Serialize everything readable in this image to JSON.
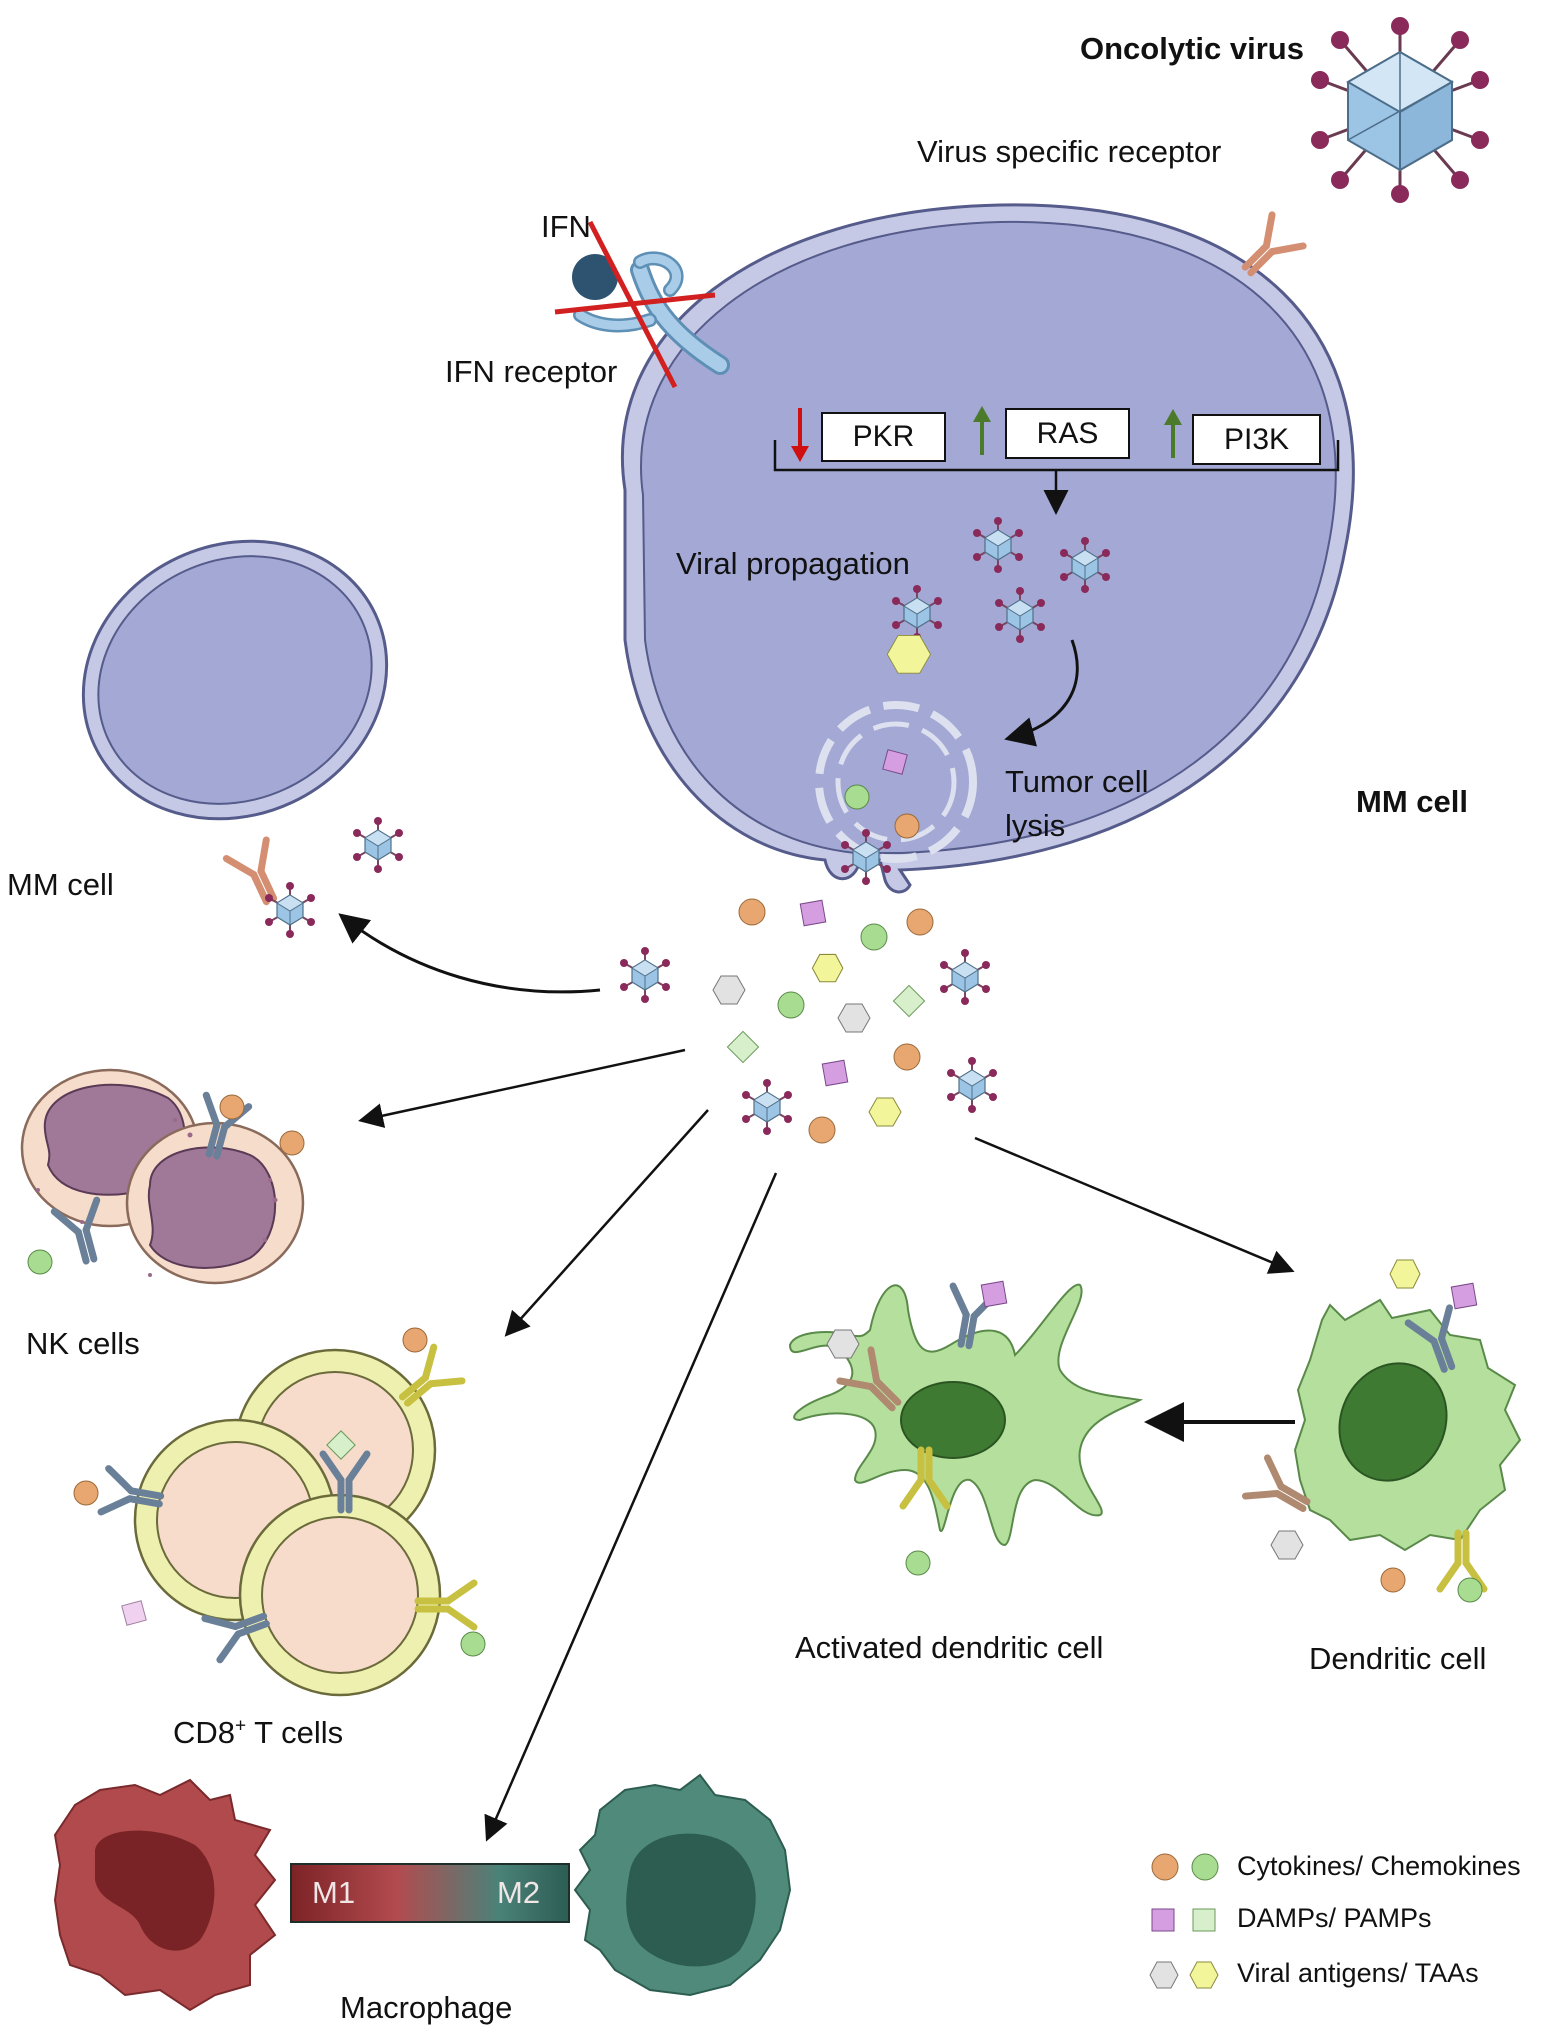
{
  "labels": {
    "oncolytic_virus": "Oncolytic virus",
    "virus_specific_receptor": "Virus specific receptor",
    "ifn": "IFN",
    "ifn_receptor": "IFN receptor",
    "pkr": "PKR",
    "ras": "RAS",
    "pi3k": "PI3K",
    "viral_propagation": "Viral propagation",
    "tumor_cell_lysis_line1": "Tumor cell",
    "tumor_cell_lysis_line2": "lysis",
    "mm_cell_main": "MM cell",
    "mm_cell_small": "MM cell",
    "nk_cells": "NK cells",
    "cd8_prefix": "CD8",
    "cd8_sup": "+",
    "cd8_suffix": " T cells",
    "activated_dendritic_cell": "Activated dendritic cell",
    "dendritic_cell": "Dendritic cell",
    "macrophage": "Macrophage",
    "m1": "M1",
    "m2": "M2"
  },
  "legend": [
    {
      "label": "Cytokines/ Chemokines",
      "symbols": [
        "orange-circle",
        "green-circle"
      ]
    },
    {
      "label": "DAMPs/ PAMPs",
      "symbols": [
        "purple-square",
        "light-green-square"
      ]
    },
    {
      "label": "Viral antigens/ TAAs",
      "symbols": [
        "grey-hexagon",
        "yellow-hexagon"
      ]
    }
  ],
  "regulation": [
    {
      "name": "PKR",
      "direction": "down",
      "color": "#d01010"
    },
    {
      "name": "RAS",
      "direction": "up",
      "color": "#4a7a2a"
    },
    {
      "name": "PI3K",
      "direction": "up",
      "color": "#4a7a2a"
    }
  ],
  "colors": {
    "mm_cell_fill": "#a3a8d4",
    "mm_cell_membrane": "#c6c9e6",
    "virus_blue": "#9cc4e4",
    "virus_spike": "#8a2a5a",
    "receptor_orange": "#e0a082",
    "ifn_ball": "#2e5370",
    "ifn_receptor": "#a9cde8",
    "cross_red": "#d22020",
    "cytokine_orange": "#e8a670",
    "cytokine_green": "#a8dc90",
    "damp_purple": "#d59ee0",
    "damp_light_green": "#d8efcc",
    "antigen_grey": "#e2e2e2",
    "antigen_yellow": "#f2f59a",
    "nk_outer": "#f6dccb",
    "nk_nucleus": "#a07898",
    "t_cell_outer": "#eef0b0",
    "t_cell_inner": "#f7dccb",
    "dc_fill": "#b5df9c",
    "dc_nucleus": "#3f7a33",
    "m1_fill": "#b04a4c",
    "m1_nucleus": "#7a2326",
    "m2_fill": "#4f8a7b",
    "m2_nucleus": "#2d5d50"
  }
}
